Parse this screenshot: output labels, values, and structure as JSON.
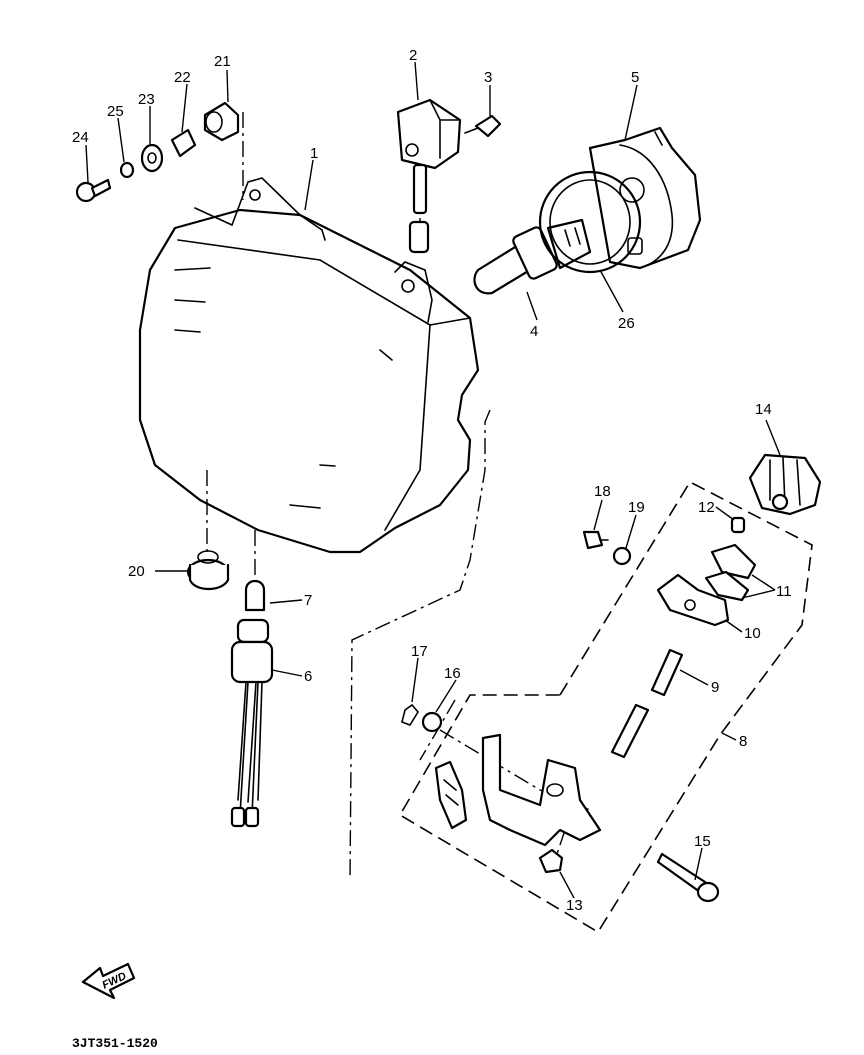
{
  "diagram": {
    "code": "3JT351-1520",
    "fwd_label": "FWD"
  },
  "callouts": [
    {
      "id": "1",
      "label": "1"
    },
    {
      "id": "2",
      "label": "2"
    },
    {
      "id": "3",
      "label": "3"
    },
    {
      "id": "4",
      "label": "4"
    },
    {
      "id": "5",
      "label": "5"
    },
    {
      "id": "6",
      "label": "6"
    },
    {
      "id": "7",
      "label": "7"
    },
    {
      "id": "8",
      "label": "8"
    },
    {
      "id": "9",
      "label": "9"
    },
    {
      "id": "10",
      "label": "10"
    },
    {
      "id": "11",
      "label": "11"
    },
    {
      "id": "12",
      "label": "12"
    },
    {
      "id": "13",
      "label": "13"
    },
    {
      "id": "14",
      "label": "14"
    },
    {
      "id": "15",
      "label": "15"
    },
    {
      "id": "16",
      "label": "16"
    },
    {
      "id": "17",
      "label": "17"
    },
    {
      "id": "18",
      "label": "18"
    },
    {
      "id": "19",
      "label": "19"
    },
    {
      "id": "20",
      "label": "20"
    },
    {
      "id": "21",
      "label": "21"
    },
    {
      "id": "22",
      "label": "22"
    },
    {
      "id": "23",
      "label": "23"
    },
    {
      "id": "24",
      "label": "24"
    },
    {
      "id": "25",
      "label": "25"
    },
    {
      "id": "26",
      "label": "26"
    }
  ]
}
